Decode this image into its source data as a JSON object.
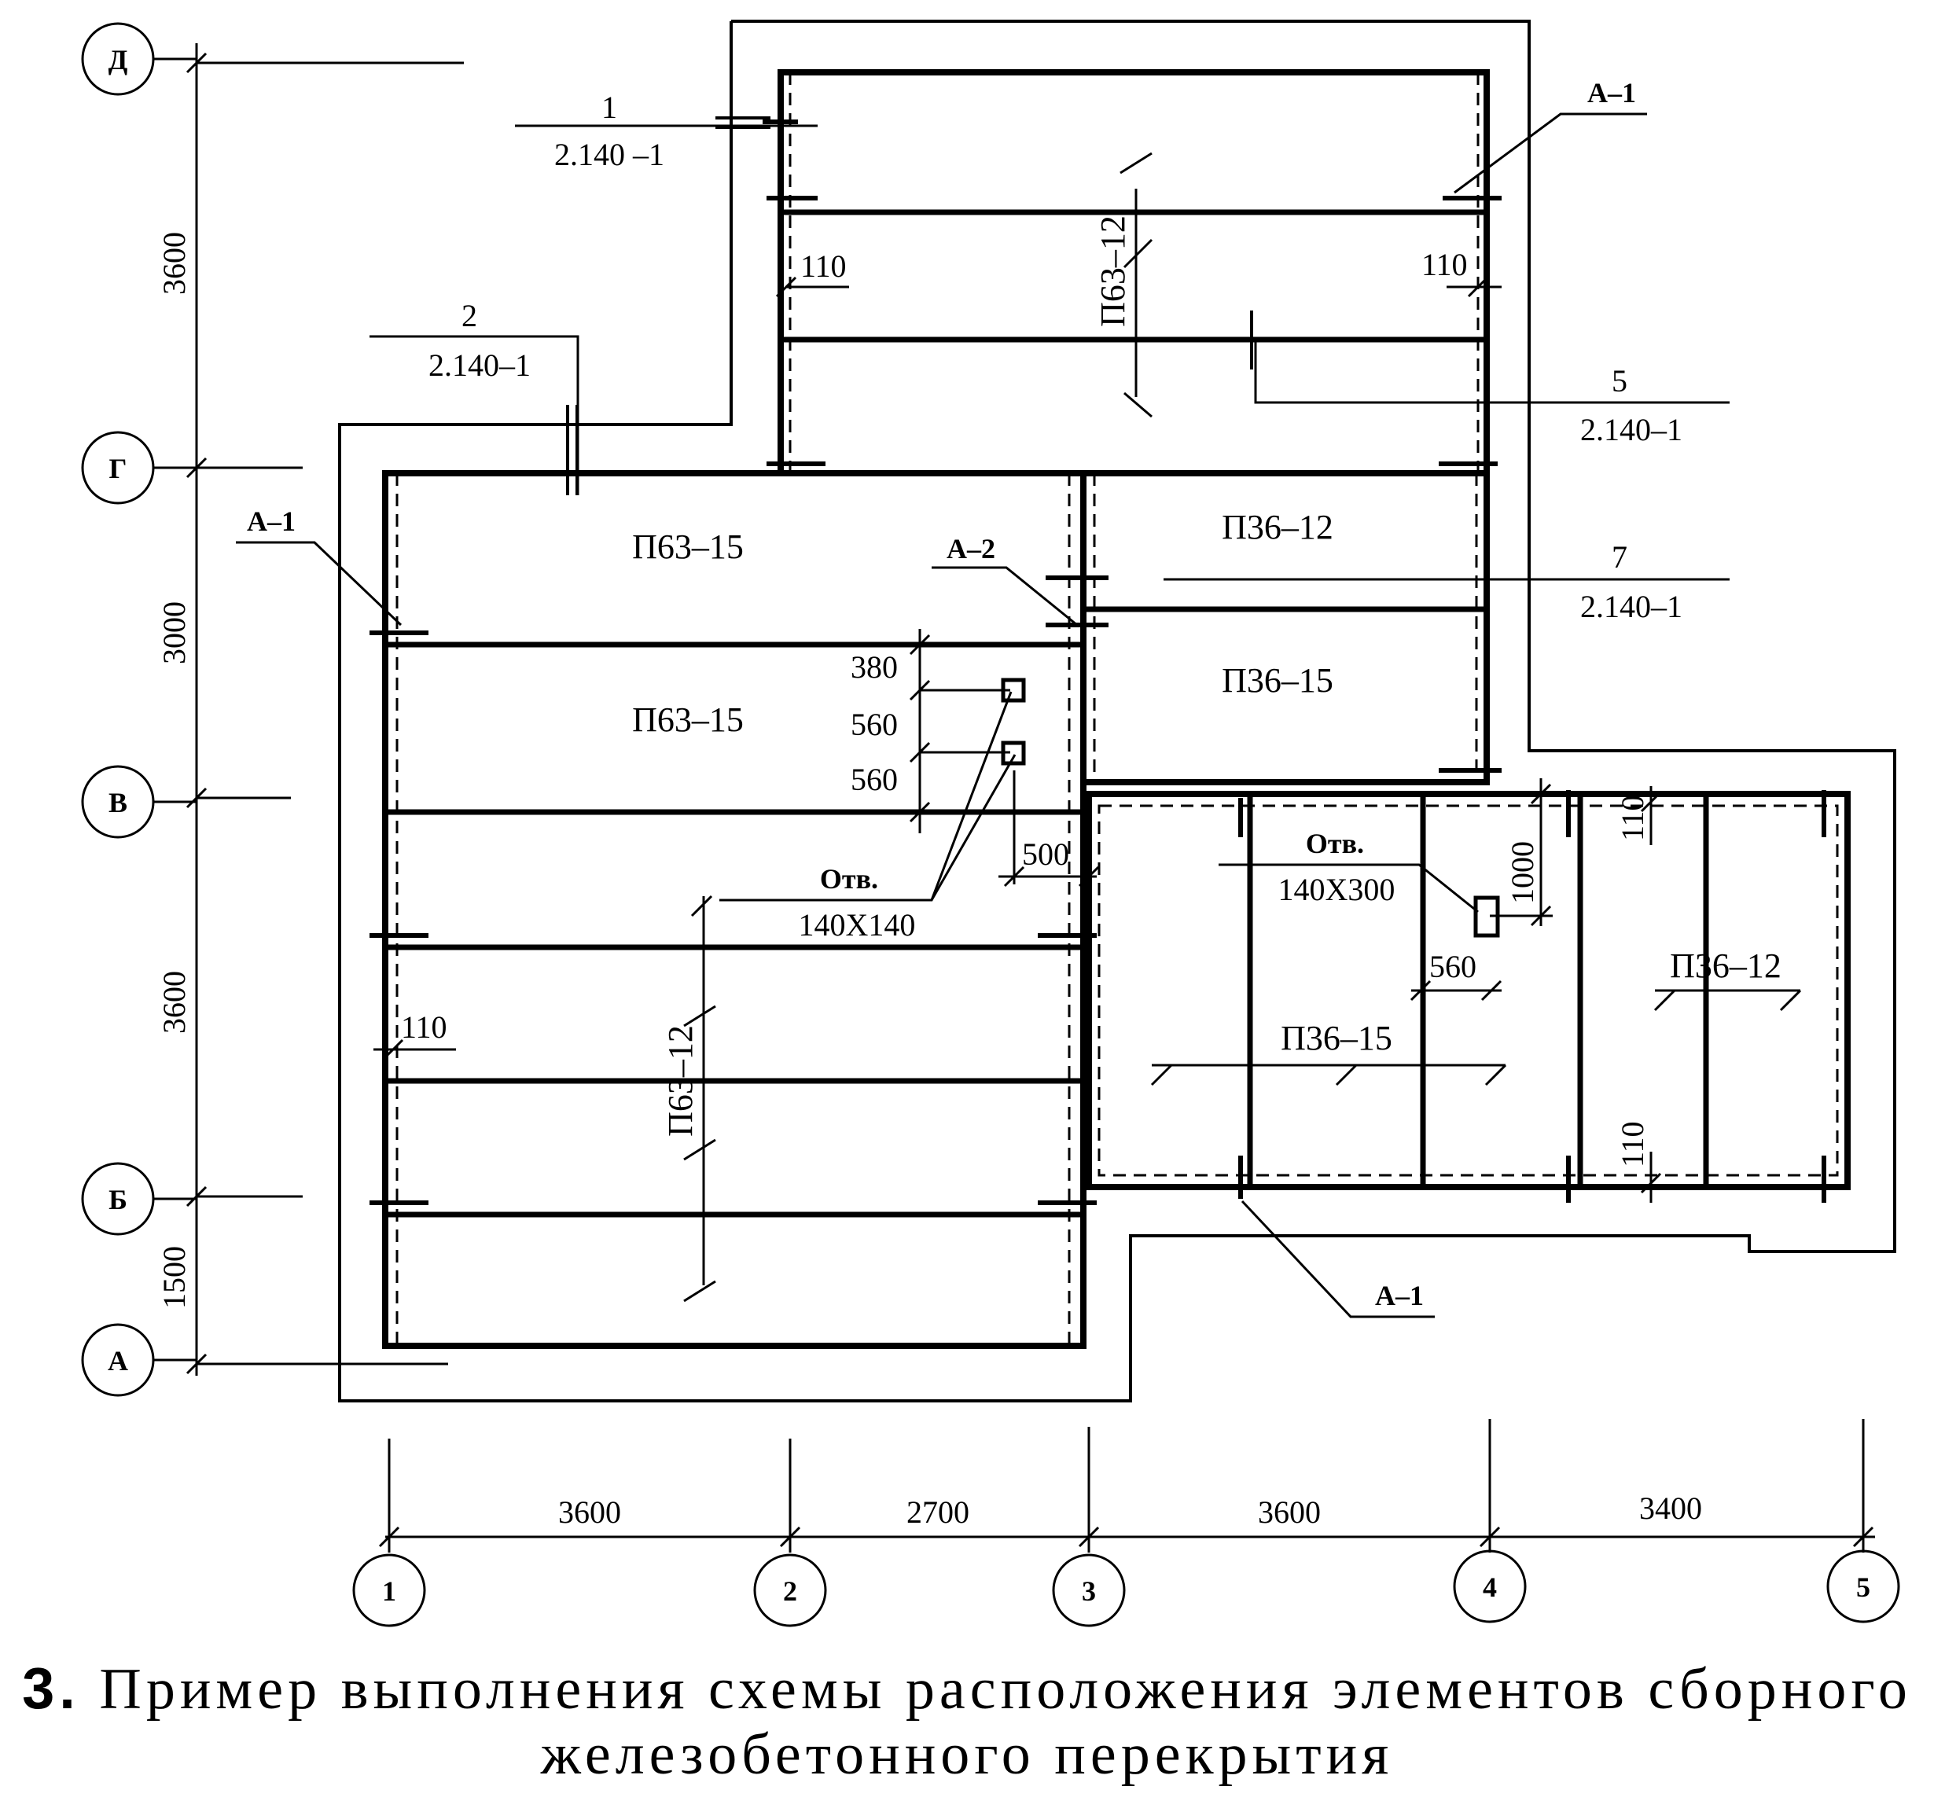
{
  "axes": {
    "rows": [
      {
        "id": "row-D",
        "label": "Д"
      },
      {
        "id": "row-G",
        "label": "Г"
      },
      {
        "id": "row-V",
        "label": "В"
      },
      {
        "id": "row-B",
        "label": "Б"
      },
      {
        "id": "row-A",
        "label": "А"
      }
    ],
    "columns": [
      {
        "id": "col-1",
        "label": "1"
      },
      {
        "id": "col-2",
        "label": "2"
      },
      {
        "id": "col-3",
        "label": "3"
      },
      {
        "id": "col-4",
        "label": "4"
      },
      {
        "id": "col-5",
        "label": "5"
      }
    ]
  },
  "dimensions": {
    "vertical": [
      "3600",
      "3000",
      "3600",
      "1500"
    ],
    "horizontal": [
      "3600",
      "2700",
      "3600",
      "3400"
    ],
    "local": {
      "d110_top_left": "110",
      "d110_top_right": "110",
      "d110_left": "110",
      "d110_right_top": "110",
      "d110_right_bottom": "110",
      "d380": "380",
      "d560_a": "560",
      "d560_b": "560",
      "d500": "500",
      "d1000": "1000",
      "d560_c": "560"
    }
  },
  "panels": {
    "top": "П63–12",
    "left_upper_1": "П63–15",
    "left_upper_2": "П63–15",
    "left_lower": "П63–12",
    "mid_1": "П36–12",
    "mid_2": "П36–15",
    "right_1": "П36–15",
    "right_2": "П36–12"
  },
  "anchors": {
    "a1_top": "А–1",
    "a1_left": "А–1",
    "a2": "А–2",
    "a1_bottom": "А–1"
  },
  "openings": {
    "o1_title": "Отв.",
    "o1_size": "140Х140",
    "o2_title": "Отв.",
    "o2_size": "140Х300"
  },
  "sections": [
    {
      "num": "1",
      "sheet": "2.140 –1"
    },
    {
      "num": "2",
      "sheet": "2.140–1"
    },
    {
      "num": "5",
      "sheet": "2.140–1"
    },
    {
      "num": "7",
      "sheet": "2.140–1"
    }
  ],
  "caption": {
    "number": "3.",
    "line1": "Пример выполнения схемы расположения элементов сборного",
    "line2": "железобетонного перекрытия"
  }
}
